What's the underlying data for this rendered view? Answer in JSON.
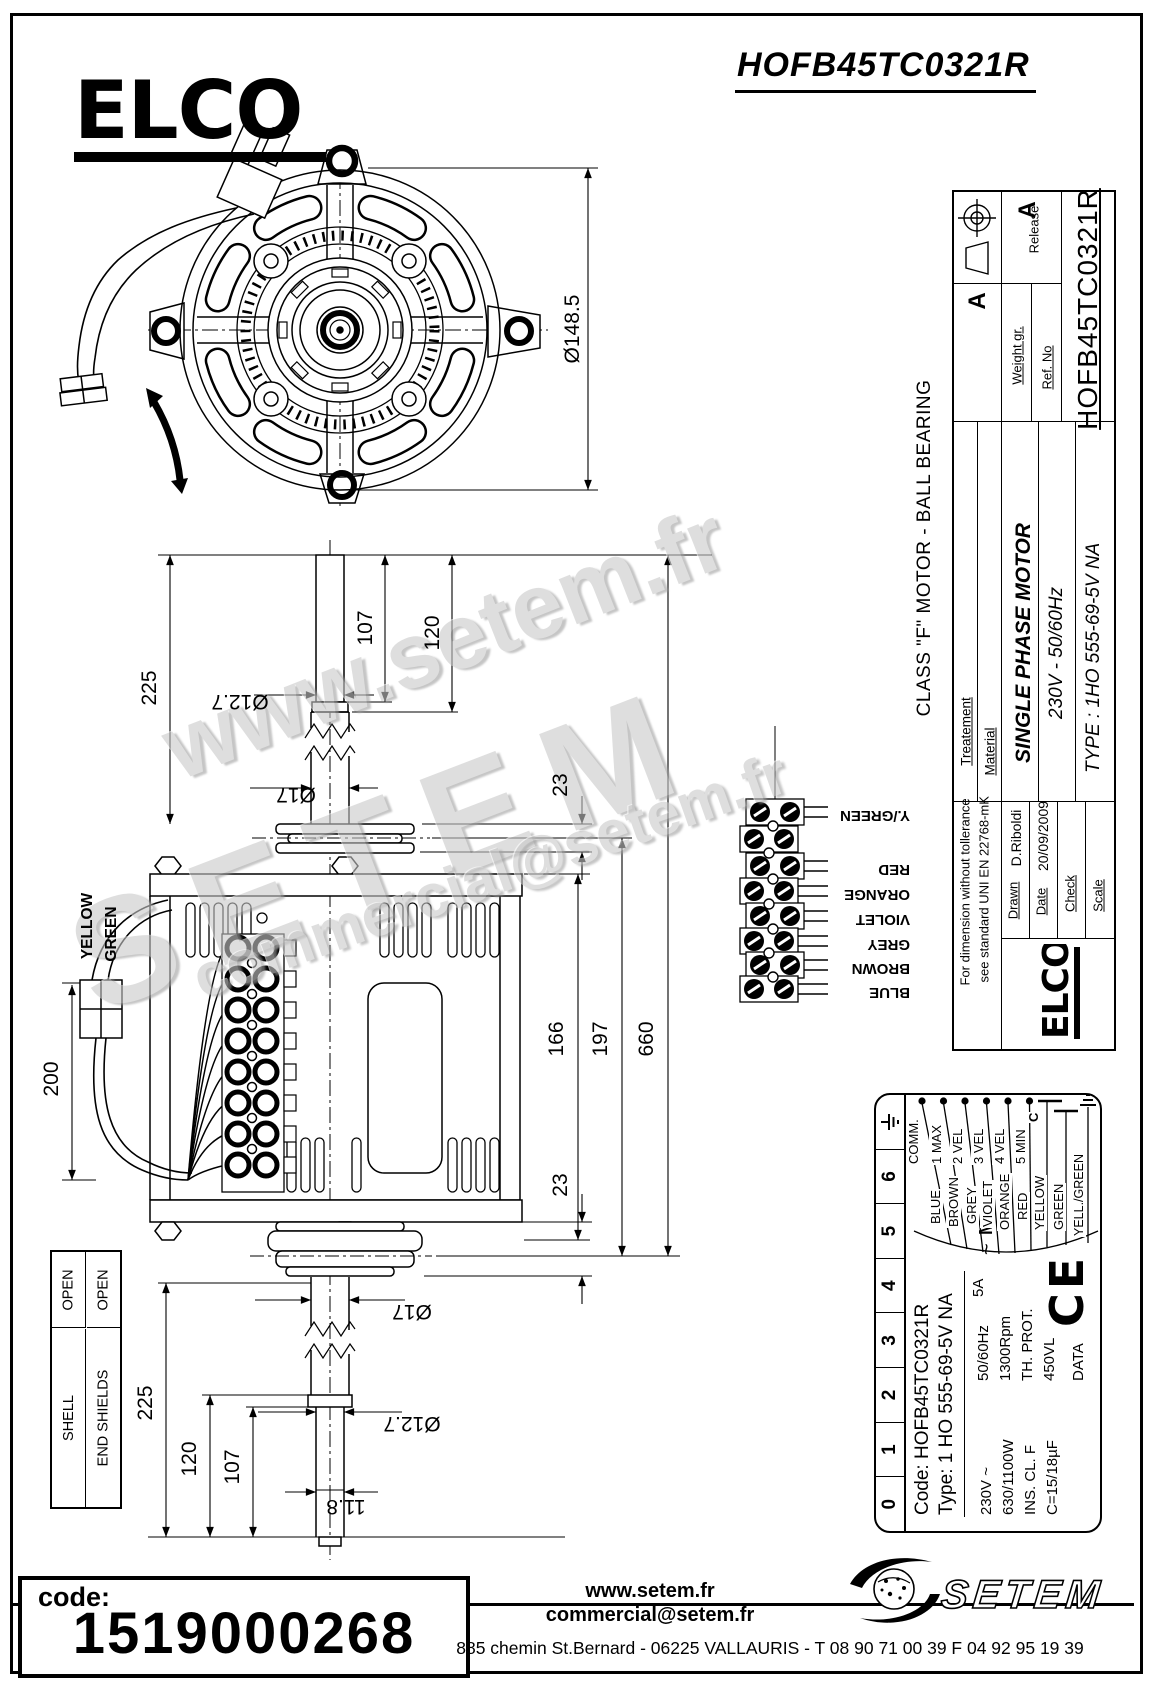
{
  "sheet": {
    "logo_text": "ELCO",
    "doc_number": "HOFB45TC0321R"
  },
  "top_view": {
    "diameter": "Ø148.5"
  },
  "upper_dims": {
    "len_225": "225",
    "len_107": "107",
    "len_120": "120",
    "dia_12_7": "Ø12.7",
    "dia_17": "Ø17",
    "len_23": "23"
  },
  "right_dims": {
    "len_166": "166",
    "len_197": "197",
    "len_660": "660"
  },
  "left_dims": {
    "len_200": "200"
  },
  "lower_dims": {
    "len_23": "23",
    "dia_17": "Ø17",
    "dia_12_7": "Ø12.7",
    "len_225": "225",
    "len_120": "120",
    "len_107": "107",
    "len_11_8": "11.8"
  },
  "side_labels": {
    "yellow": "YELLOW",
    "green": "GREEN"
  },
  "terminal_labels": {
    "t1": "Y./GREEN",
    "t2": "RED",
    "t3": "ORANGE",
    "t4": "VIOLET",
    "t5": "GREY",
    "t6": "BROWN",
    "t7": "BLUE"
  },
  "shell_table": {
    "r1c1": "OPEN",
    "r1c2": "OPEN",
    "r2c1": "SHELL",
    "r2c2": "END SHIELDS"
  },
  "title_block": {
    "revision": "A",
    "release_label": "Release",
    "release_value": "A",
    "weight_label": "Weight gr.",
    "ref_label": "Ref. No",
    "part_number": "HOFB45TC0321R",
    "treatment_label": "Treatement",
    "material_label": "Material",
    "product_name": "SINGLE PHASE MOTOR",
    "product_voltage": "230V  -  50/60Hz",
    "product_type": "TYPE : 1HO 555-69-5V NA",
    "tolerance_line1": "For dimension without tollerance",
    "tolerance_line2": "see standard UNI EN 22768-mK",
    "drawn_label": "Drawn",
    "drawn_value": "D.Riboldi",
    "date_label": "Date",
    "date_value": "20/09/2009",
    "check_label": "Check",
    "scale_label": "Scale",
    "class_note": "CLASS  \"F\"  MOTOR   -   BALL BEARING",
    "logo_text": "ELCO"
  },
  "motor_label": {
    "terminal_numbers": [
      "0",
      "1",
      "2",
      "3",
      "4",
      "5",
      "6"
    ],
    "code_line": "Code: HOFB45TC0321R",
    "type_line": "Type: 1 HO 555-69-5V NA",
    "spec_col1": [
      "230V ~",
      "630/1100W",
      "INS. CL. F",
      "C=15/18µF"
    ],
    "spec_col2": [
      "50/60Hz",
      "1300Rpm",
      "TH. PROT.",
      "450VL"
    ],
    "current": "5A",
    "data_word": "DATA",
    "ce_mark": "CE",
    "motor_letter": "M",
    "ac_symbol": "~",
    "capacitor_label": "C",
    "wires": [
      {
        "color": "BLUE",
        "tag": "COMM."
      },
      {
        "color": "BROWN",
        "tag": "1 MAX"
      },
      {
        "color": "GREY",
        "tag": "2 VEL"
      },
      {
        "color": "VIOLET",
        "tag": "3 VEL"
      },
      {
        "color": "ORANGE",
        "tag": "4 VEL"
      },
      {
        "color": "RED",
        "tag": "5 MIN"
      }
    ],
    "aux_wire1": "YELLOW",
    "aux_wire2": "GREEN",
    "aux_wire3": "YELL./GREEN"
  },
  "watermark": {
    "line1": "www.setem.fr",
    "line2": "SETEM",
    "line3": "commercial@setem.fr"
  },
  "footer": {
    "code_label": "code:",
    "code_value": "1519000268",
    "website": "www.setem.fr",
    "email": "commercial@setem.fr",
    "address": "885 chemin St.Bernard  -  06225 VALLAURIS  -  T 08 90 71 00 39   F 04 92 95 19 39",
    "brand": "SETEM"
  }
}
